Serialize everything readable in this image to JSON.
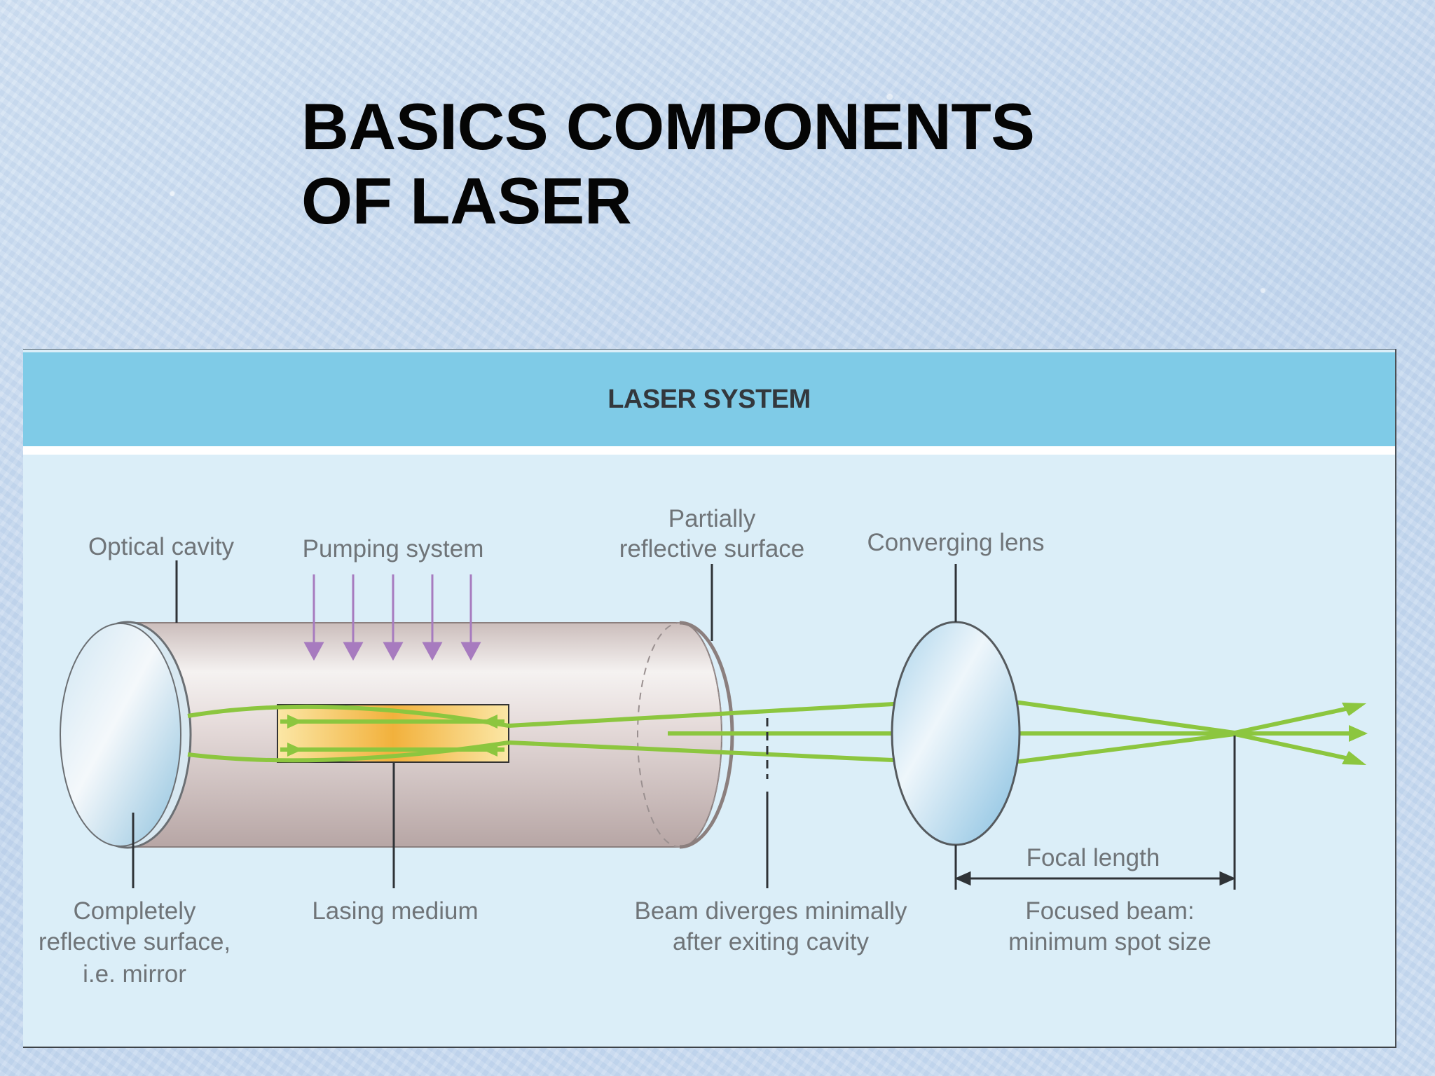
{
  "slide": {
    "title_line1": "BASICS COMPONENTS",
    "title_line2": "OF LASER"
  },
  "diagram": {
    "header": "LASER SYSTEM",
    "labels": {
      "optical_cavity": "Optical cavity",
      "pumping_system": "Pumping system",
      "partially_reflective_l1": "Partially",
      "partially_reflective_l2": "reflective surface",
      "converging_lens": "Converging lens",
      "mirror_l1": "Completely",
      "mirror_l2": "reflective surface,",
      "mirror_l3": "i.e. mirror",
      "lasing_medium": "Lasing medium",
      "beam_diverges_l1": "Beam diverges minimally",
      "beam_diverges_l2": "after exiting cavity",
      "focal_length": "Focal length",
      "focused_beam_l1": "Focused beam:",
      "focused_beam_l2": "minimum spot size"
    },
    "colors": {
      "header_band": "#7fcbe7",
      "panel_bg": "#dbeef8",
      "beam": "#8cc63f",
      "pump_arrows": "#a77bbf",
      "lasing_medium": "#f2b13c",
      "label_text": "#6f7478"
    }
  }
}
